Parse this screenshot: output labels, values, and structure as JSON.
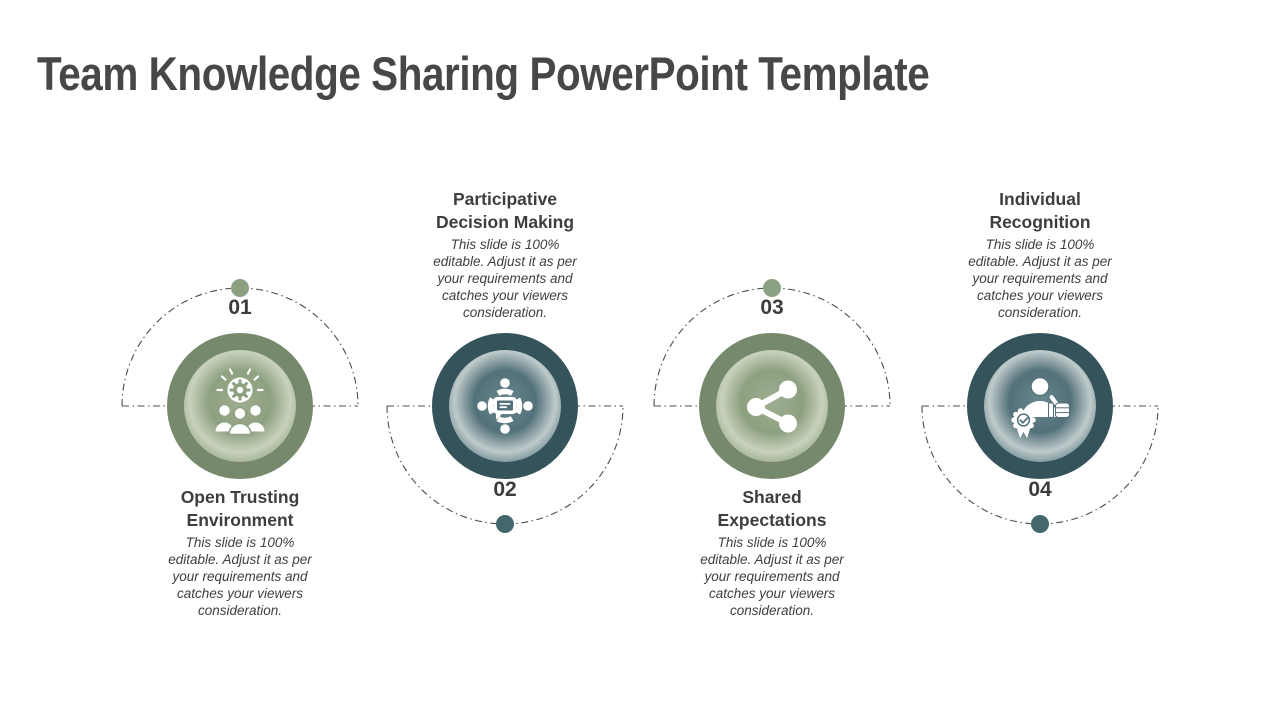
{
  "slide": {
    "title": "Team Knowledge Sharing PowerPoint Template"
  },
  "colors": {
    "green_ring": "#76896C",
    "green_dot": "#8CA181",
    "teal_ring": "#35535B",
    "teal_dot": "#44666D",
    "title_text": "#474747",
    "body_text": "#404040"
  },
  "items": [
    {
      "number": "01",
      "title": "Open Trusting Environment",
      "title_lines": [
        "Open Trusting",
        "Environment"
      ],
      "description": "This slide is 100% editable. Adjust it as per your requirements and catches your viewers consideration.",
      "description_lines": [
        "This slide is 100%",
        "editable. Adjust it as per",
        "your requirements and",
        "catches your viewers",
        "consideration."
      ],
      "icon": "team-gear-icon",
      "theme": "green",
      "text_position": "below"
    },
    {
      "number": "02",
      "title": "Participative Decision Making",
      "title_lines": [
        "Participative",
        "Decision Making"
      ],
      "description": "This slide is 100% editable. Adjust it as per your requirements and catches your viewers consideration.",
      "description_lines": [
        "This slide is 100%",
        "editable. Adjust it as per",
        "your requirements and",
        "catches your viewers",
        "consideration."
      ],
      "icon": "group-discussion-icon",
      "theme": "teal",
      "text_position": "above"
    },
    {
      "number": "03",
      "title": "Shared Expectations",
      "title_lines": [
        "Shared",
        "Expectations"
      ],
      "description": "This slide is 100% editable. Adjust it as per your requirements and catches your viewers consideration.",
      "description_lines": [
        "This slide is 100%",
        "editable. Adjust it as per",
        "your requirements and",
        "catches your viewers",
        "consideration."
      ],
      "icon": "share-icon",
      "theme": "green",
      "text_position": "below"
    },
    {
      "number": "04",
      "title": "Individual Recognition",
      "title_lines": [
        "Individual",
        "Recognition"
      ],
      "description": "This slide is 100% editable. Adjust it as per your requirements and catches your viewers consideration.",
      "description_lines": [
        "This slide is 100%",
        "editable. Adjust it as per",
        "your requirements and",
        "catches your viewers",
        "consideration."
      ],
      "icon": "individual-recognition-icon",
      "theme": "teal",
      "text_position": "above"
    }
  ]
}
